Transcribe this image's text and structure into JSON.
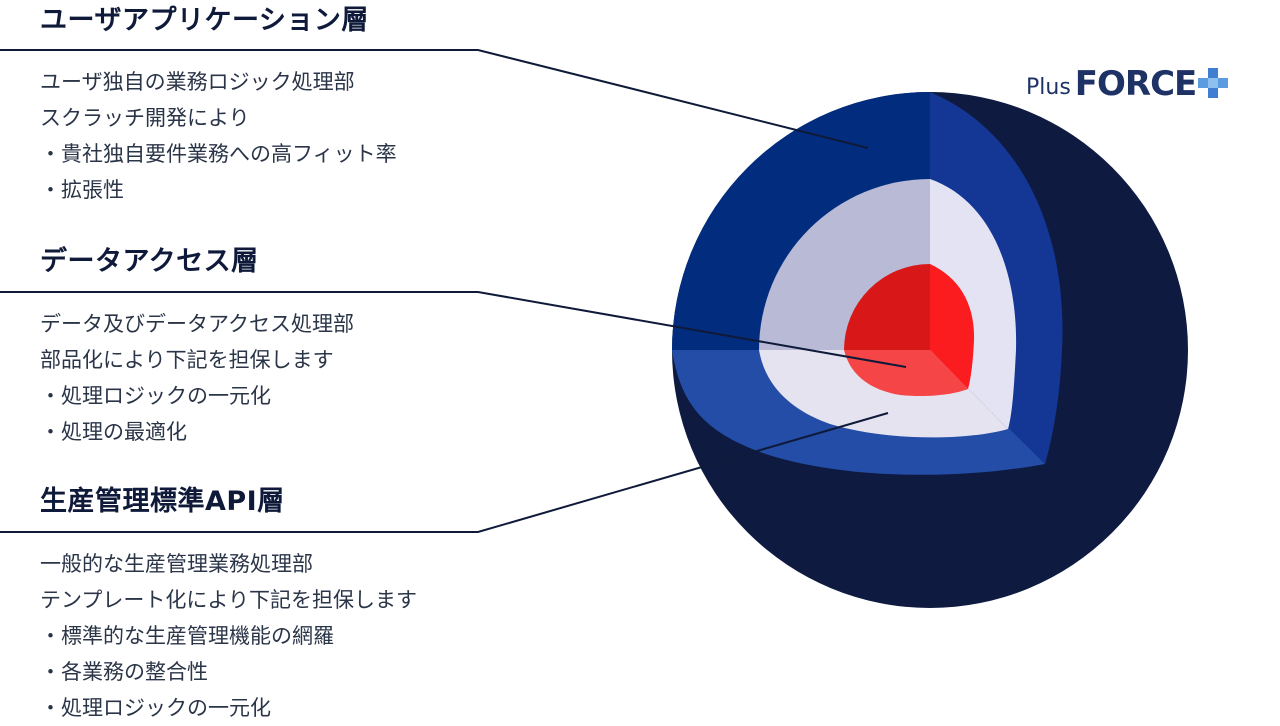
{
  "sections": [
    {
      "title": "ユーザアプリケーション層",
      "lines": [
        "ユーザ独自の業務ロジック処理部",
        "スクラッチ開発により",
        "・貴社独自要件業務への高フィット率",
        "・拡張性"
      ]
    },
    {
      "title": "データアクセス層",
      "lines": [
        "データ及びデータアクセス処理部",
        "部品化により下記を担保します",
        "・処理ロジックの一元化",
        "・処理の最適化"
      ]
    },
    {
      "title": "生産管理標準API層",
      "lines": [
        "一般的な生産管理業務処理部",
        "テンプレート化により下記を担保します",
        "・標準的な生産管理機能の網羅",
        "・各業務の整合性",
        "・処理ロジックの一元化"
      ]
    }
  ],
  "logo": {
    "prefix": "Plus",
    "name": "FORCE",
    "mark": "plus-cross-icon"
  },
  "colors": {
    "outer_dark": "#0e1a40",
    "outer_front": "#022d7f",
    "outer_side": "#143795",
    "outer_bottom": "#234da6",
    "middle_front": "#b8bad6",
    "middle_side": "#e3e3f4",
    "middle_bottom": "#e4e3ef",
    "core_front": "#d81818",
    "core_side": "#fb1c20",
    "core_bottom": "#f54547",
    "leader_line": "#0f1a3a"
  }
}
